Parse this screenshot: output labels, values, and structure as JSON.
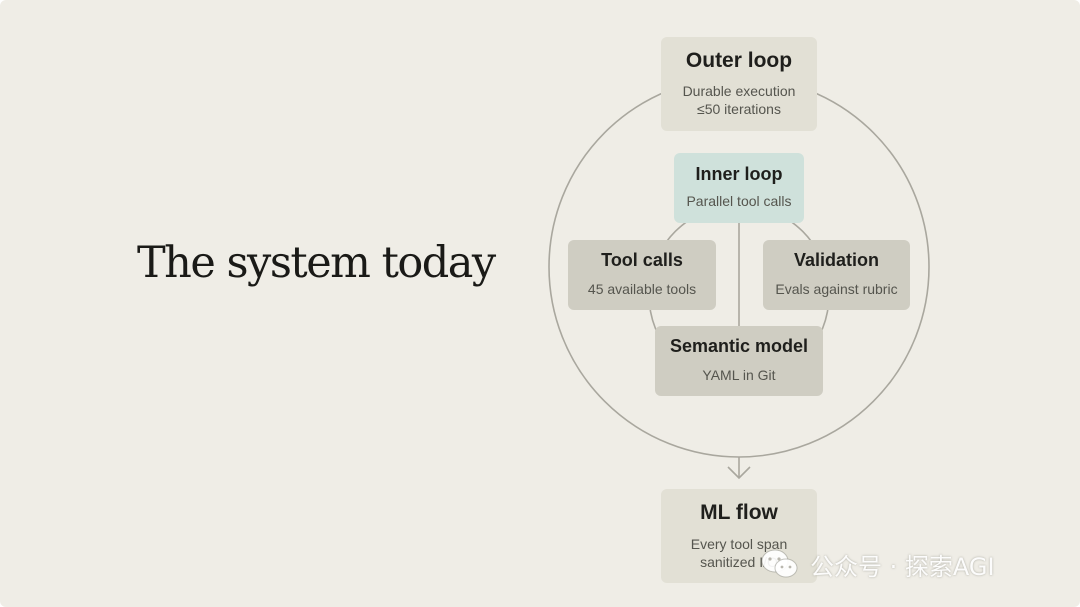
{
  "title": "The system today",
  "nodes": {
    "outer_loop": {
      "title": "Outer loop",
      "lines": [
        "Durable execution",
        "≤50 iterations"
      ]
    },
    "inner_loop": {
      "title": "Inner loop",
      "lines": [
        "Parallel tool calls"
      ]
    },
    "tool_calls": {
      "title": "Tool calls",
      "lines": [
        "45 available tools"
      ]
    },
    "validation": {
      "title": "Validation",
      "lines": [
        "Evals against rubric"
      ]
    },
    "semantic_model": {
      "title": "Semantic model",
      "lines": [
        "YAML in Git"
      ]
    },
    "ml_flow": {
      "title": "ML flow",
      "lines": [
        "Every tool span",
        "sanitized I/O"
      ]
    }
  },
  "watermark": {
    "text": "公众号 · 探索AGI",
    "icon": "wechat-icon"
  },
  "colors": {
    "background": "#efede6",
    "box_light": "#e2e0d5",
    "box_mid": "#cfcdc2",
    "box_teal": "#cfe1db",
    "line": "#a9a79e"
  }
}
